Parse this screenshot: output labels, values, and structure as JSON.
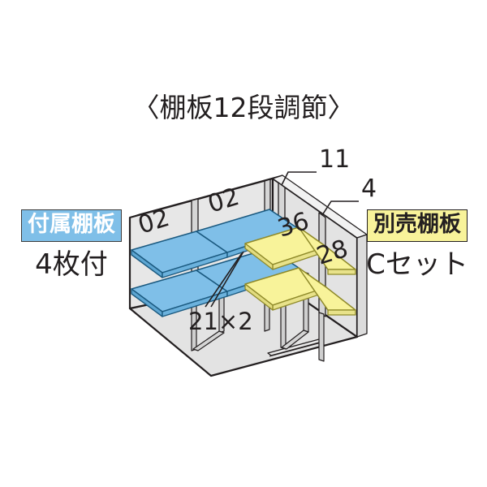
{
  "page": {
    "title": "〈棚板12段調節〉",
    "background_color": "#ffffff"
  },
  "left_panel": {
    "badge_label": "付属棚板",
    "badge_bg": "#7fbfe8",
    "badge_text_color": "#ffffff",
    "sub_label": "4枚付"
  },
  "right_panel": {
    "badge_label": "別売棚板",
    "badge_bg": "#f8f39a",
    "badge_text_color": "#231f20",
    "sub_label": "Cセット"
  },
  "diagram": {
    "name": "isometric-shelf-cabinet",
    "body_color": "#e3e3e3",
    "body_top_color": "#ededed",
    "outline_color": "#231f20",
    "included_shelf_color": "#7fbfe8",
    "optional_shelf_color": "#f8f39a",
    "post_color": "#d8d8d8",
    "callouts": [
      {
        "id": "shelf-left-upper",
        "text": "02"
      },
      {
        "id": "shelf-left-lower",
        "text": "02"
      },
      {
        "id": "post-center",
        "text": "11"
      },
      {
        "id": "post-right",
        "text": "4"
      },
      {
        "id": "shelf-right-upper",
        "text": "36"
      },
      {
        "id": "shelf-right-lower",
        "text": "28"
      },
      {
        "id": "brackets-pair",
        "text": "21×2"
      }
    ]
  }
}
